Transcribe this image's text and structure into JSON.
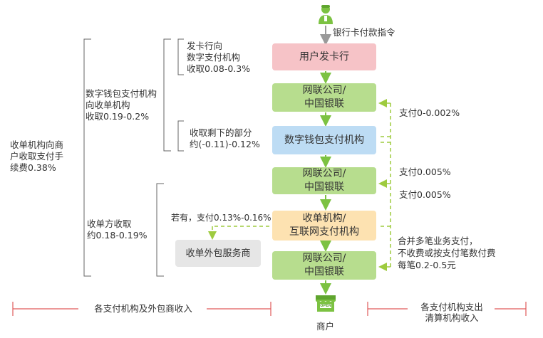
{
  "top_instruction": "银行卡付款指令",
  "boxes": {
    "issuer": "用户发卡行",
    "union1": "网联公司/\n中国银联",
    "wallet": "数字钱包支付机构",
    "union2": "网联公司/\n中国银联",
    "acquirer": "收单机构/\n互联网支付机构",
    "union3": "网联公司/\n中国银联",
    "outsource": "收单外包服务商"
  },
  "left_labels": {
    "total": "收单机构向商\n户收取支付手\n续费0.38%",
    "wallet_group": "数字钱包支付机构\n向收单机构\n收取0.19-0.2%",
    "issuer_fee": "发卡行向\n数字支付机构\n收取0.08-0.3%",
    "remaining": "收取剩下的部分\n约(-0.11)-0.12%",
    "acquirer_fee": "收单方收取\n约0.18-0.19%",
    "outsource_fee": "若有，支付0.13%-0.16%"
  },
  "right_labels": {
    "pay1": "支付0-0.002%",
    "pay2": "支付0.005%",
    "pay3": "支付0.005%",
    "merge": "合并多笔业务支付，\n不收费或按支付笔数付费\n每笔0.2-0.5元"
  },
  "bottom": {
    "left": "各支付机构及外包商收入",
    "right": "各支付机构支出\n清算机构收入",
    "merchant": "商户",
    "store_sign": "OPEN"
  },
  "colors": {
    "arrow_green": "#7cc242",
    "dashed_green": "#9ecb3f",
    "bracket_red": "#e05a5a",
    "issuer_pink": "#f6c3c7",
    "union_green": "#b7dd8e",
    "wallet_blue": "#bddcf4",
    "acquirer_orange": "#fde2b1",
    "outsource_grey": "#e6e6e6"
  }
}
